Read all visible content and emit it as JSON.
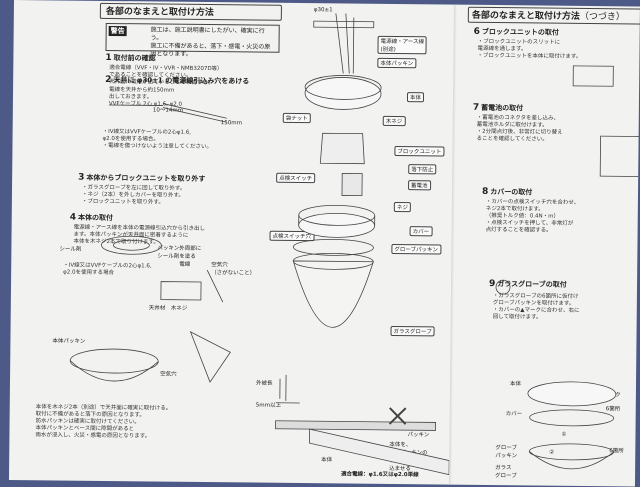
{
  "left_page": {
    "header": "各部のなまえと取付け方法",
    "warning": {
      "title": "警告",
      "text": "施工は、施工説明書にしたがい、確実に行う。\n施工に不備があると、落下・感電・火災の原因となります。"
    },
    "sections": [
      {
        "num": "1",
        "title": "取付前の確認",
        "text": "適合電線（VVF・IV・VVR・NMB3207D等）\nであることを確認してください。\n天井面に電線が出ていることを確認する。"
      },
      {
        "num": "2",
        "title": "天井に φ30±1 の電源線引込み穴をあける",
        "text": "電線を天井から約150mm\n出しておきます。\nVVFケーブル 2心 φ1.6, φ2.0"
      },
      {
        "num": "3",
        "title": "本体からブロックユニットを取り外す",
        "text": "・ガラスグローブを左に回して取り外す。\n・ネジ（2本）を外しカバーを取り外す。\n・ブロックユニットを取り外す。"
      },
      {
        "num": "4",
        "title": "本体の取付",
        "text": "電源線・アース線を本体の電源線引込穴から引き出し\nます。本体パッキンが天井面に密着するように\n本体を木ネジ2本で取り付けます。"
      }
    ],
    "notes": "・IV線又はVVFケーブルの2心φ1.6,\nφ2.0を使用する場合。\n・電線を傷つけないよう注意してください。",
    "bottom_text": "本体を木ネジ2本（別途）で天井面に確実に取付ける。\n取付に不備があると落下の原因となります。\n防水パッキンは確実に取付けてください。\n本体パッキンとベース間に隙間があると\n雨水が浸入し、火災・感電の原因となります。",
    "diagram_labels": {
      "sealing": "シール剤",
      "body_packing": "本体パッキン",
      "packing_on_sealing": "パッキン外周部に\nシール剤を塗る",
      "ceiling_material": "天井材",
      "wood_screw": "木ネジ",
      "wire_side": "電線",
      "air_hole": "空気穴",
      "sealant_note": "（さがないこと）",
      "vent_label": "空気穴"
    },
    "exploded_labels": {
      "cable": "電源線・アース線\n(別途)",
      "body_packing": "本体パッキン",
      "body": "本体",
      "bag_nut": "袋ナット",
      "wood_screw": "木ネジ",
      "block_unit": "ブロックユニット",
      "light_switch": "点検スイッチ",
      "drop_prevention": "落下防止",
      "battery": "蓄電池",
      "screw": "ネジ",
      "cover": "カバー",
      "glove_packing": "グローブパッキン",
      "glass_globe": "ガラスグローブ",
      "check_switch_2": "点検スイッチ穴"
    },
    "dims": {
      "phi": "φ30±1",
      "strip": "10〜14mm",
      "len": "150mm",
      "tail": "5mm以上",
      "outer": "外被長"
    },
    "cross_section": {
      "packing": "本体\nパッキン",
      "body": "本体",
      "note": "本体を、\n本体パッキンの\nリブに喰い\n込ませる",
      "footer": "適合電線：φ1.6又はφ2.0単線"
    }
  },
  "right_page": {
    "header": "各部のなまえと取付け方法",
    "header_sub": "（つづき）",
    "sections": [
      {
        "num": "6",
        "title": "ブロックユニットの取付",
        "text": "・ブロックユニットのスリットに\n  電源線を通します。\n・ブロックユニットを本体に取付けます。"
      },
      {
        "num": "7",
        "title": "蓄電池の取付",
        "text": "・蓄電池のコネクタを差し込み、\n  蓄電池ホルダに取付けます。\n・2分間点灯後、非常灯に切り替え\n  ることを確認してください。"
      },
      {
        "num": "8",
        "title": "カバーの取付",
        "text": "・カバーの点検スイッチ穴を合わせ、\n  ネジ2本で取付けます。\n（推奨トルク値：0.4N・m）\n・点検スイッチを押して、非常灯が\n  点灯することを確認する。"
      },
      {
        "num": "9",
        "title": "ガラスグローブの取付",
        "text": "・ガラスグローブの6箇所に仮付け\n  グローブパッキンを取付けます。\n・カバーの▲マークに合わせ、右に\n  回して取付けます。"
      }
    ],
    "diagram_labels": {
      "body": "本体",
      "cover": "カバー",
      "mark": "▲マーク",
      "six": "6箇所",
      "glove_packing": "グローブ\nパッキン",
      "glass_globe": "ガラス\nグローブ",
      "six2": "6箇所",
      "one": "①",
      "two": "②"
    }
  }
}
